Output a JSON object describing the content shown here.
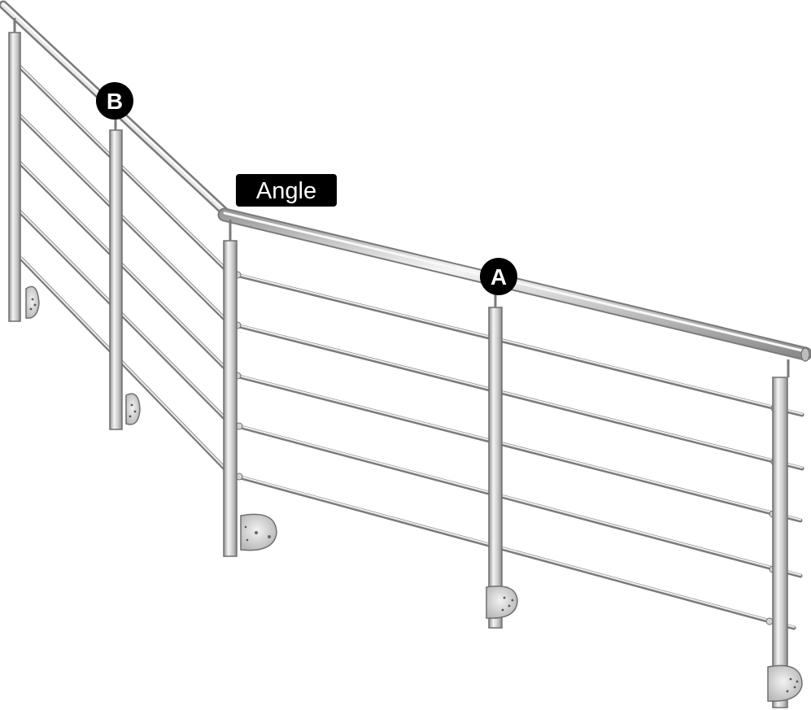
{
  "diagram": {
    "labels": {
      "angle": "Angle",
      "a": "A",
      "b": "B"
    },
    "colors": {
      "background": "#ffffff",
      "metal_light": "#f2f2f2",
      "metal_mid": "#c8c8c8",
      "metal_dark": "#8a8a8a",
      "outline": "#6f6f6f",
      "label_fill": "#000000",
      "label_text": "#ffffff"
    }
  }
}
